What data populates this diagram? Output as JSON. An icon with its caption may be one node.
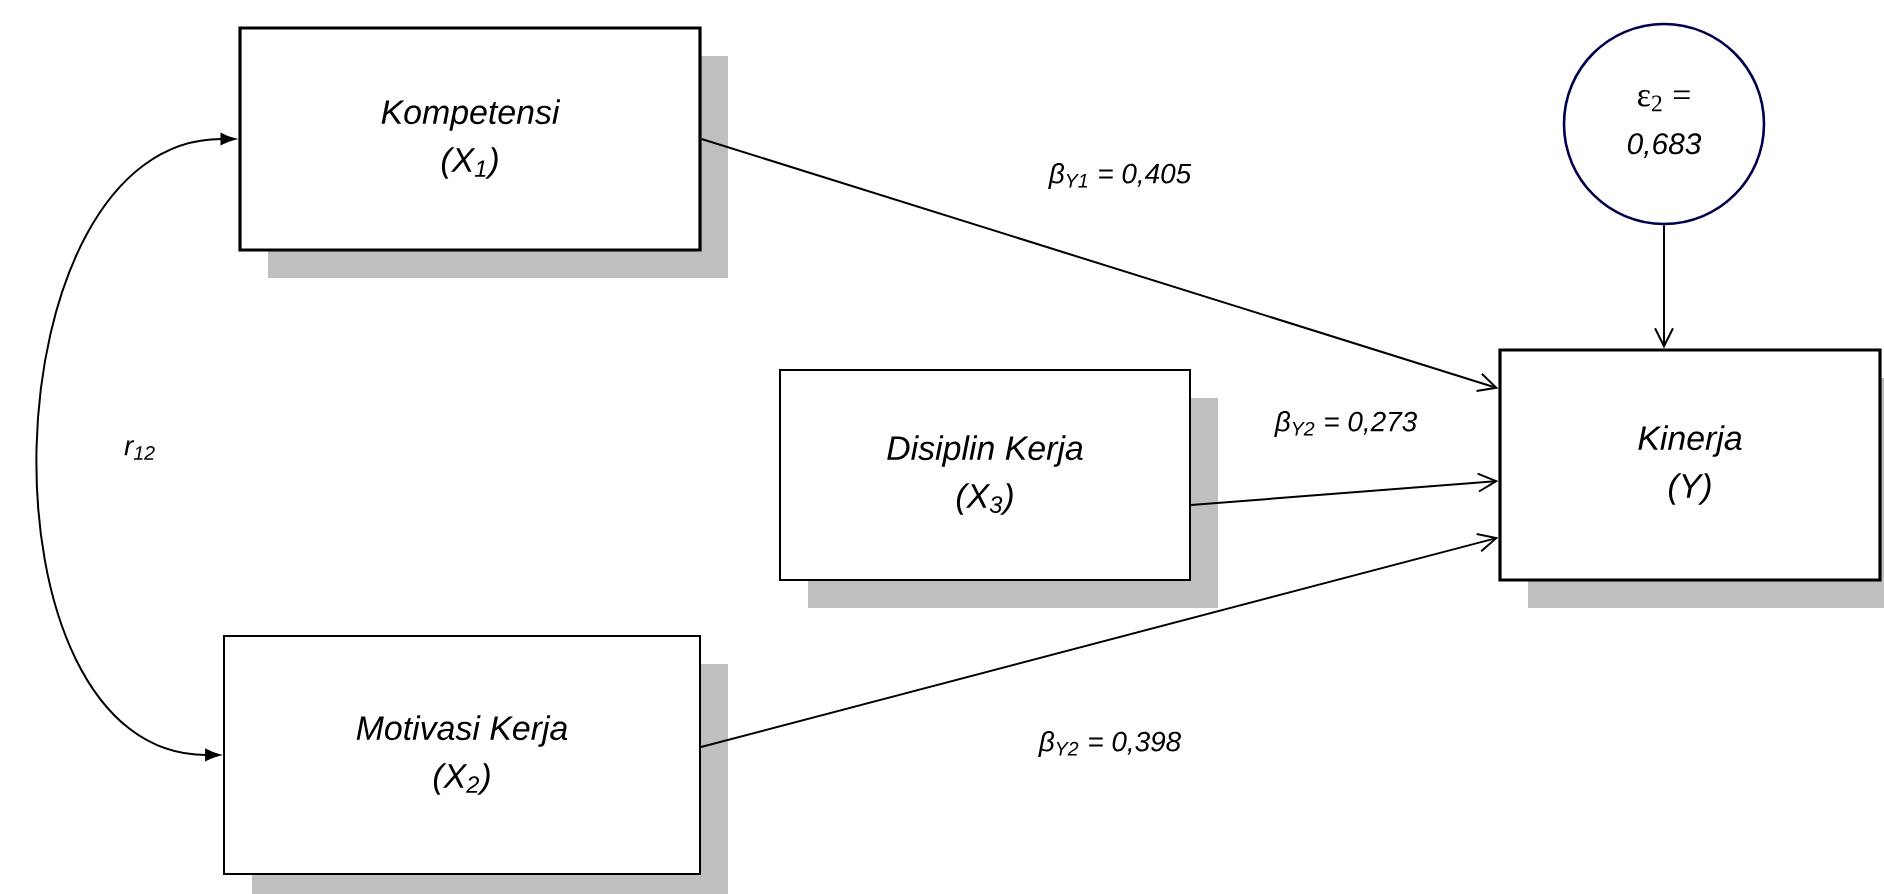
{
  "diagram": {
    "nodes": [
      {
        "text": [
          "Kompetensi",
          "(X$_{1}$)"
        ]
      },
      {
        "text": [
          "Motivasi Kerja",
          "(X$_{2}$)"
        ]
      },
      {
        "text": [
          "Disiplin Kerja",
          "(X$_{3}$)"
        ]
      },
      {
        "text": [
          "Kinerja",
          "(Y)"
        ]
      },
      {
        "text": [
          "ε$_{2}$ =",
          "0,683"
        ]
      }
    ],
    "edges": [
      {
        "from": 0,
        "to": 3,
        "arrow": "to",
        "label": "β$_{Y1}$ = 0,405"
      },
      {
        "from": 2,
        "to": 3,
        "arrow": "to",
        "label": "β$_{Y2}$ = 0,273"
      },
      {
        "from": 1,
        "to": 3,
        "arrow": "to",
        "label": "β$_{Y2}$ = 0,398"
      },
      {
        "from": 4,
        "to": 3,
        "arrow": "to"
      },
      {
        "from": 0,
        "to": 1,
        "arrow": "both",
        "label": "r$_{12}$"
      }
    ]
  }
}
